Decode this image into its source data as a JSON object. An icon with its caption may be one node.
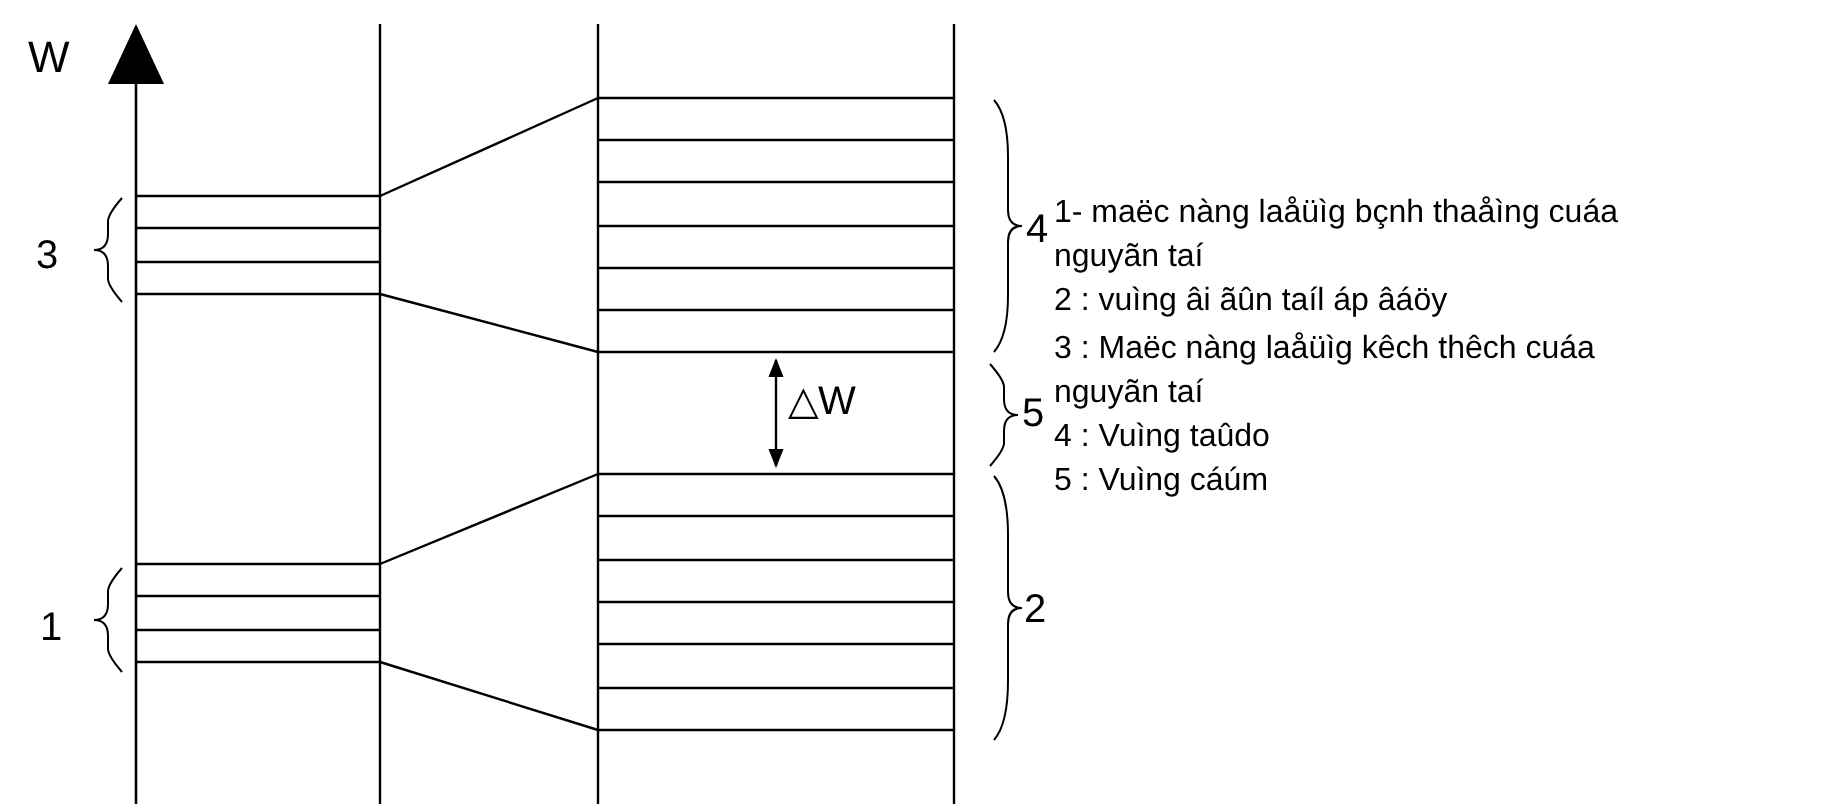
{
  "diagram": {
    "labels": [
      "W",
      "3",
      "△W",
      "1",
      "4",
      "5",
      "2",
      "1- maëc nàng laåüìg bçnh thaåìng cuáa nguyãn taí",
      "2 : vuìng âi ãûn taíl áp âáöy",
      "3 : Maëc nàng laåüìg kêch thêch cuáa nguyãn taí",
      "4 : Vuìng taûdo",
      "5 : Vuìng cáúm"
    ]
  }
}
